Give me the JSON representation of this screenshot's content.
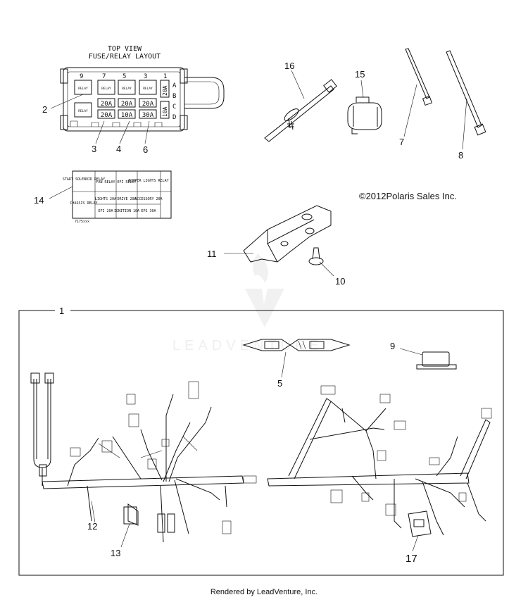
{
  "diagram": {
    "fuse_box": {
      "title_line1": "TOP VIEW",
      "title_line2": "FUSE/RELAY LAYOUT",
      "top_numbers": [
        "9",
        "7",
        "5",
        "3",
        "1"
      ],
      "relay_label": "RELAY",
      "fuse_ratings": [
        "20A",
        "20A",
        "20A",
        "20A",
        "10A",
        "30A",
        "20A",
        "10A"
      ],
      "side_letters": [
        "A",
        "B",
        "C",
        "D"
      ]
    },
    "decal": {
      "cells": [
        "START SOLENOID RELAY",
        "FAN RELAY",
        "EFI RELAY",
        "BUMPER LIGHTS RELAY",
        "CHASSIS RELAY",
        "LIGHTS 20A",
        "DRIVE 20A",
        "ACCESSORY 20A",
        "EFI 20A",
        "IGNITION 10A",
        "EPS 30A"
      ],
      "part_number": "7175xxx"
    },
    "copyright": "©2012Polaris Sales Inc.",
    "callouts": [
      "1",
      "2",
      "3",
      "4",
      "5",
      "6",
      "7",
      "8",
      "9",
      "10",
      "11",
      "12",
      "13",
      "14",
      "15",
      "16",
      "17"
    ],
    "watermark": "LEADVENTURE"
  },
  "footer": "Rendered by LeadVenture, Inc."
}
